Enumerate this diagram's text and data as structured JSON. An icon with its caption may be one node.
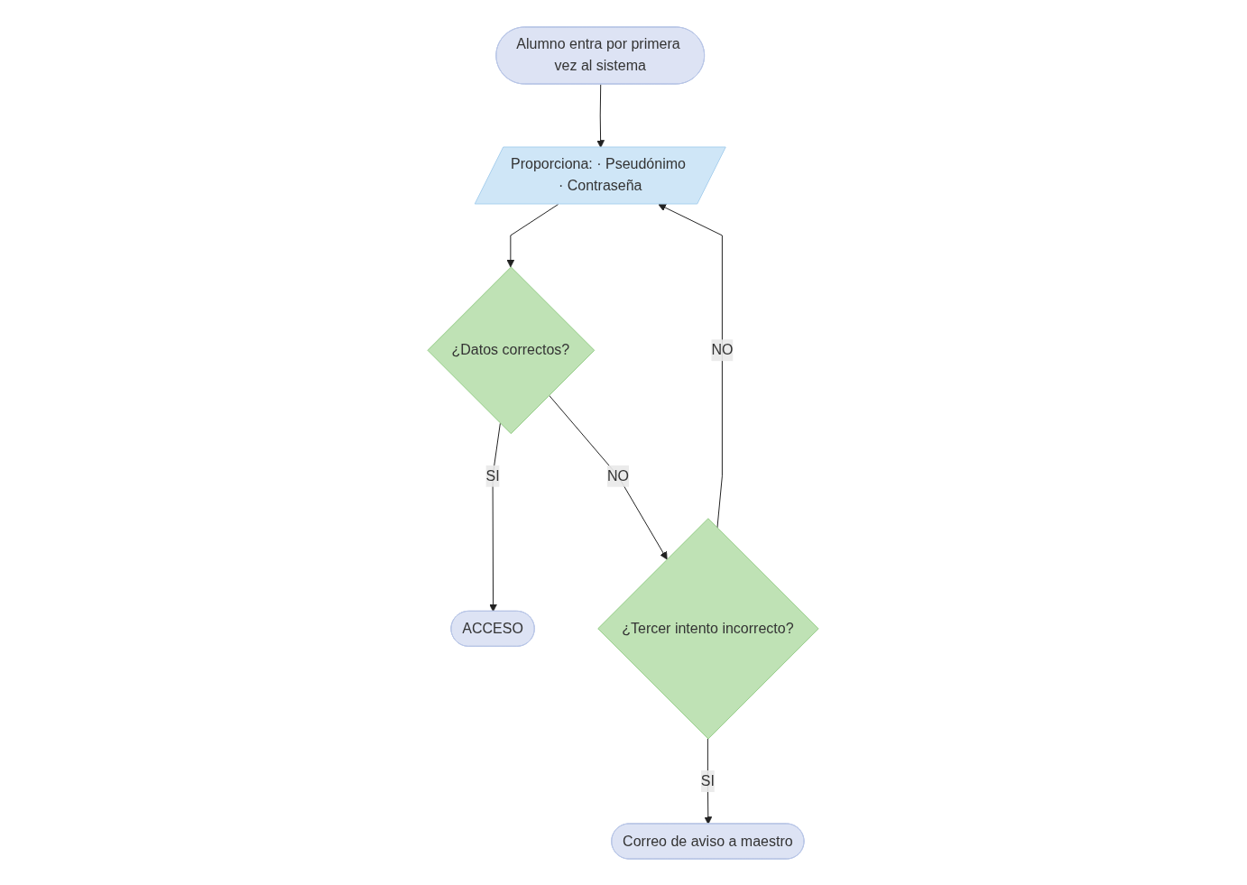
{
  "diagram": {
    "nodes": [
      {
        "text": [
          "Alumno entra por primera vez al sistema"
        ]
      },
      {
        "text": [
          "Proporciona: · Pseudónimo · Contraseña"
        ]
      },
      {
        "text": [
          "¿Datos correctos?"
        ]
      },
      {
        "text": [
          "ACCESO"
        ]
      },
      {
        "text": [
          "¿Tercer intento incorrecto?"
        ]
      },
      {
        "text": [
          "Correo de aviso a maestro"
        ]
      }
    ],
    "edges": [
      {
        "from": 0,
        "to": 1,
        "arrow": "to"
      },
      {
        "from": 1,
        "to": 2,
        "arrow": "to"
      },
      {
        "from": 2,
        "to": 3,
        "arrow": "to",
        "label": "SI"
      },
      {
        "from": 2,
        "to": 4,
        "arrow": "to",
        "label": "NO"
      },
      {
        "from": 4,
        "to": 1,
        "arrow": "to",
        "label": "NO"
      },
      {
        "from": 4,
        "to": 5,
        "arrow": "to",
        "label": "SI"
      }
    ]
  }
}
